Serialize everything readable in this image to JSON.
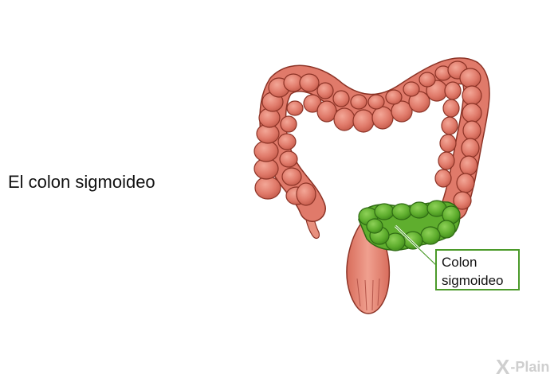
{
  "page": {
    "title": "El colon sigmoideo"
  },
  "callout": {
    "line1": "Colon",
    "line2": "sigmoideo"
  },
  "watermark": {
    "mark": "X",
    "text": "-Plain"
  },
  "colors": {
    "colon_fill": "#e07a6a",
    "colon_outline": "#8c3326",
    "colon_light": "#f0a496",
    "sigmoid_fill": "#5fae2e",
    "sigmoid_outline": "#2f6b14",
    "callout_border": "#4b9a2a",
    "rectum_fill": "#e58a78"
  }
}
